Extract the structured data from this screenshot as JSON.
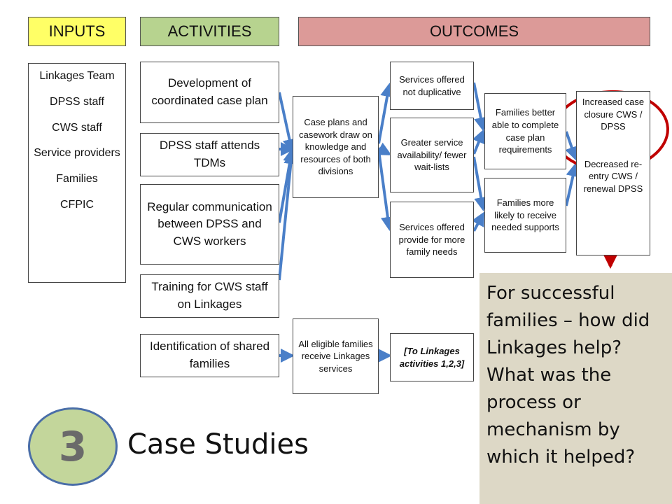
{
  "headers": {
    "inputs": "INPUTS",
    "activities": "ACTIVITIES",
    "outcomes": "OUTCOMES"
  },
  "colors": {
    "inputs": "#ffff66",
    "activities": "#b7d38f",
    "outcomes": "#dc9a98",
    "arrow": "#4a7fc8",
    "highlight": "#c00000",
    "callout": "#ddd8c6",
    "number_circle": "#c3d69b"
  },
  "inputs": [
    "Linkages Team",
    "DPSS staff",
    "CWS staff",
    "Service providers",
    "Families",
    "CFPIC"
  ],
  "activities": {
    "a1": "Development of coordinated case plan",
    "a2": "DPSS staff attends TDMs",
    "a3": "Regular communication between DPSS and CWS workers",
    "a4": "Training for CWS staff on Linkages",
    "a5": "Identification of shared families"
  },
  "outcomes": {
    "case_plans": "Case plans and casework draw on knowledge and resources of both divisions",
    "not_duplicative": "Services offered not duplicative",
    "greater_availability": "Greater service availability/ fewer wait-lists",
    "more_needs": "Services offered provide for more family needs",
    "better_able": "Families better able to complete case plan requirements",
    "more_likely": "Families more likely to receive needed supports",
    "closure": "Increased case closure CWS / DPSS",
    "reentry": "Decreased re-entry CWS / renewal DPSS",
    "all_eligible": "All eligible families receive Linkages services",
    "to_linkages": "[To Linkages activities 1,2,3]"
  },
  "callout": "For successful families – how did Linkages help? What was the process  or mechanism by which it helped?",
  "section": {
    "number": "3",
    "title": "Case Studies"
  }
}
